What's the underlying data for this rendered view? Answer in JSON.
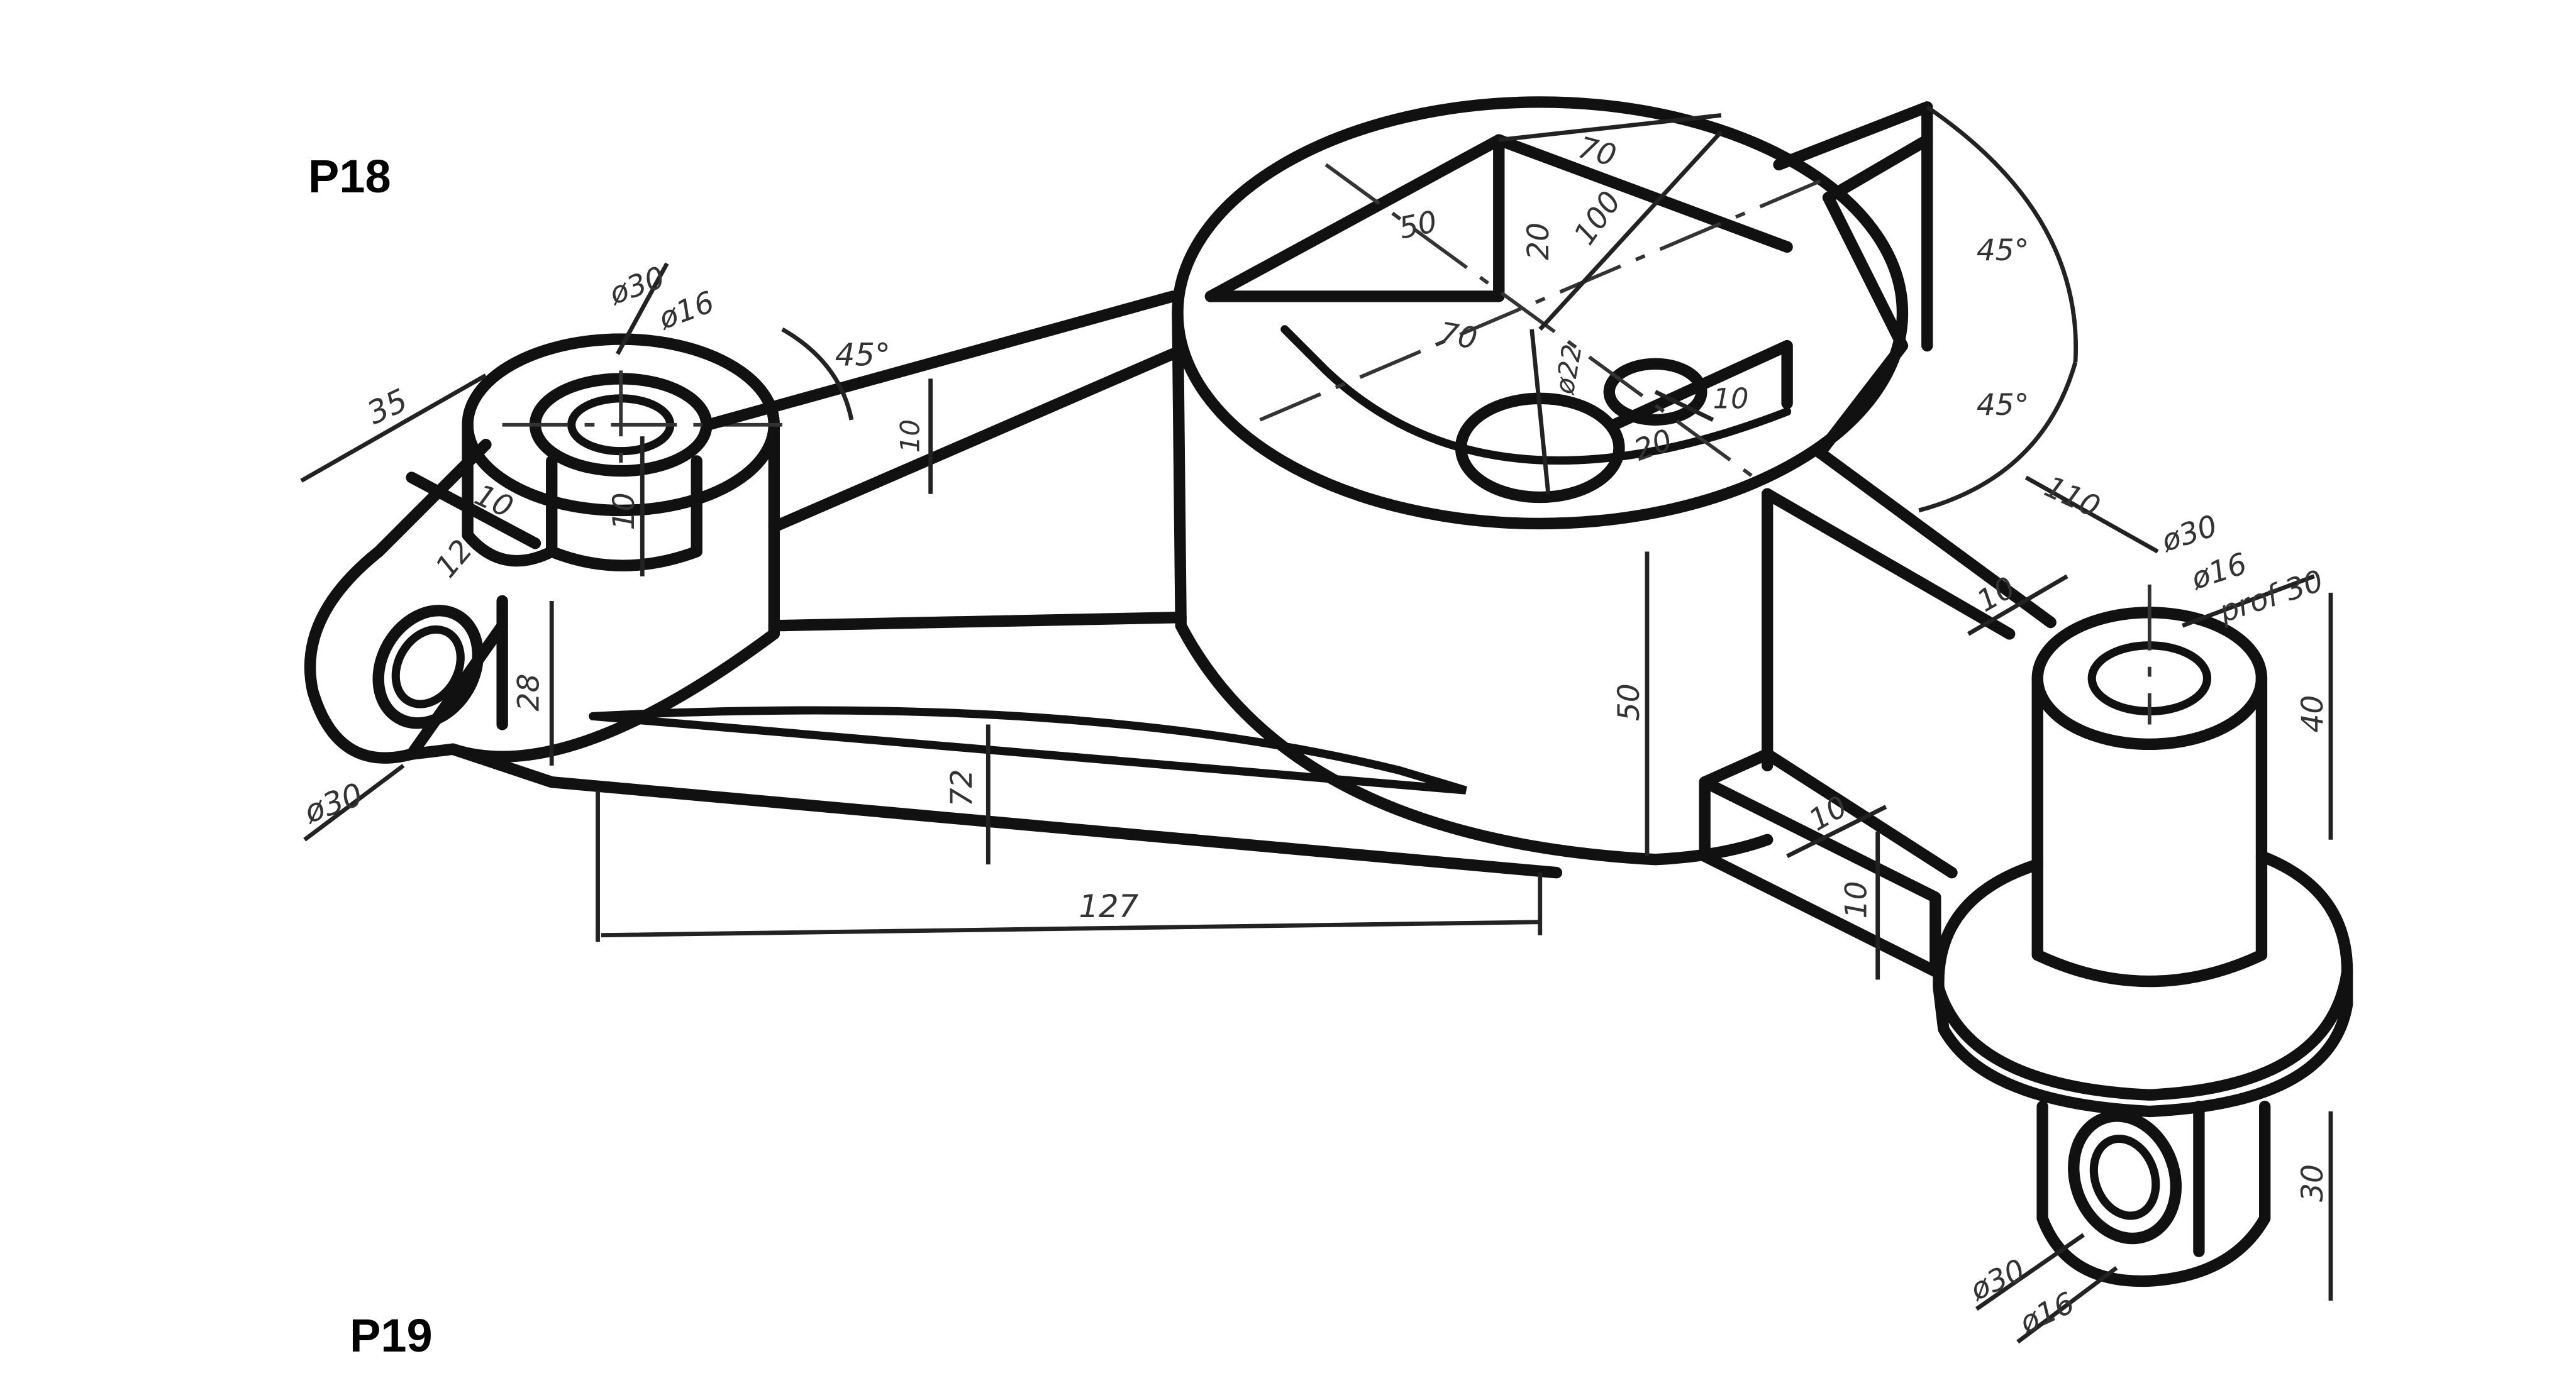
{
  "labels": {
    "p18": "P18",
    "p19": "P19"
  },
  "dimensions": {
    "d_35": "35",
    "d_phi30_top": "ø30",
    "d_phi16_top": "ø16",
    "d_45_left": "45°",
    "d_10_a": "10",
    "d_12": "12",
    "d_10_b": "10",
    "d_10_rib": "10",
    "d_28": "28",
    "d_phi30_left": "ø30",
    "d_72": "72",
    "d_127": "127",
    "d_70_top": "70",
    "d_50_top": "50",
    "d_20_top": "20",
    "d_100": "100",
    "d_70_mid": "70",
    "d_phi22": "ø22",
    "d_10_hole": "10",
    "d_20_hole": "20",
    "d_50_height": "50",
    "d_45_right_top": "45°",
    "d_45_right_bot": "45°",
    "d_110": "110",
    "d_phi30_right": "ø30",
    "d_phi16_right": "ø16",
    "d_prof30": "prof 30",
    "d_10_arm": "10",
    "d_40": "40",
    "d_10_base_a": "10",
    "d_10_base_b": "10",
    "d_30_bottom": "30",
    "d_phi30_bottom": "ø30",
    "d_phi16_bottom": "ø16"
  },
  "colors": {
    "line": "#111111",
    "background": "#ffffff"
  }
}
